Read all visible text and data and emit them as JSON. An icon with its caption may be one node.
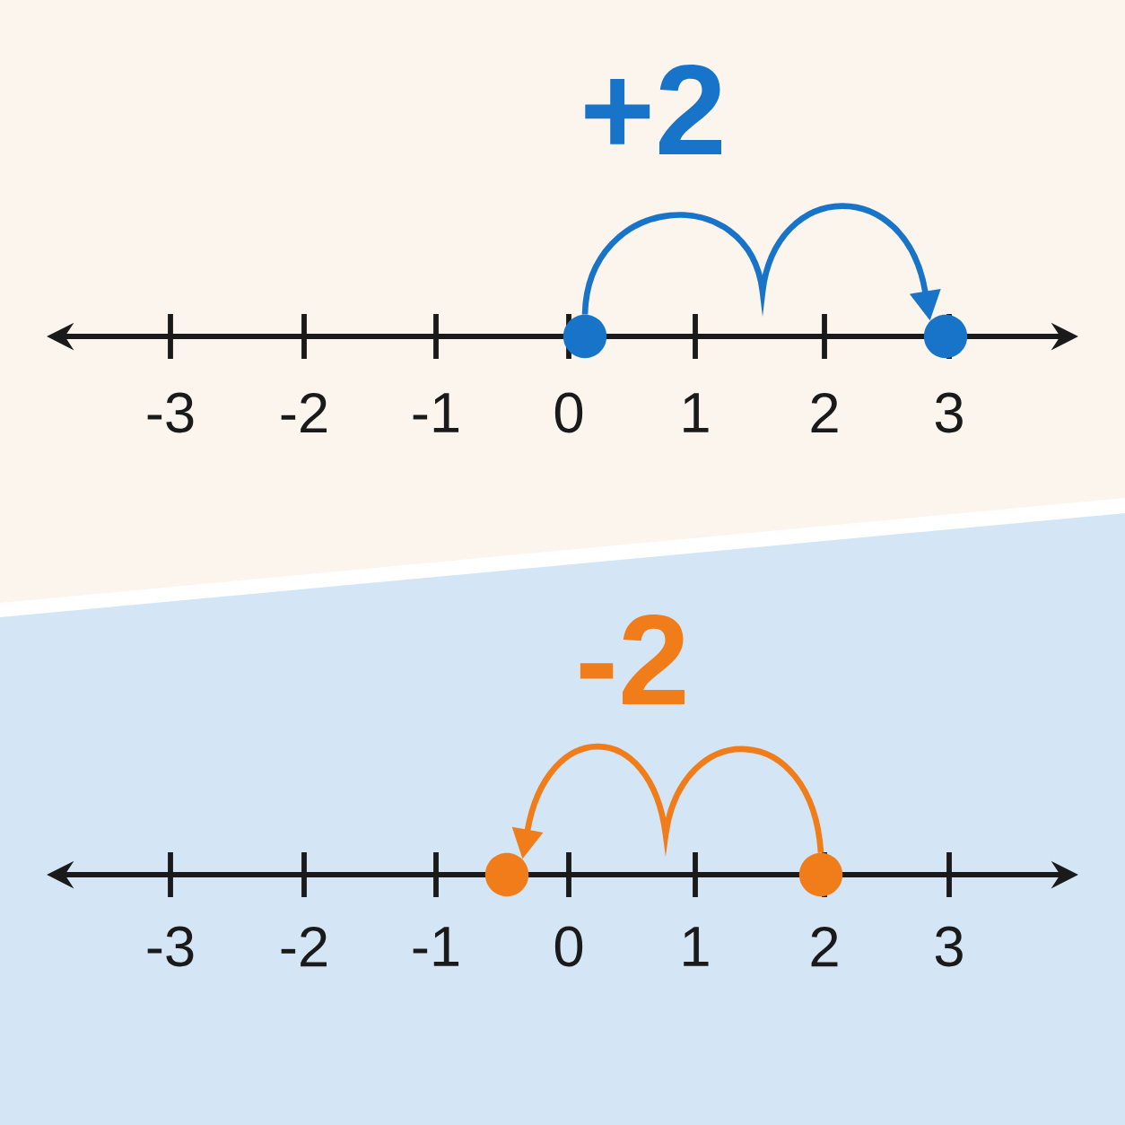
{
  "diagram": {
    "nodes": [
      {
        "text": [],
        "shape": "circle"
      },
      {
        "text": [],
        "shape": "circle"
      },
      {
        "text": [],
        "shape": "circle"
      },
      {
        "text": [],
        "shape": "circle"
      }
    ],
    "edges": [
      {
        "from": 0,
        "to": 1,
        "arrow": "to",
        "color": "#1874c8"
      },
      {
        "from": 3,
        "to": 2,
        "arrow": "to",
        "color": "#f07d1a"
      }
    ],
    "labels": [
      "+2",
      "-3",
      "-2",
      "-1",
      "0",
      "1",
      "2",
      "3",
      "-2",
      "-3",
      "-2",
      "-1",
      "0",
      "1",
      "2",
      "3"
    ]
  }
}
